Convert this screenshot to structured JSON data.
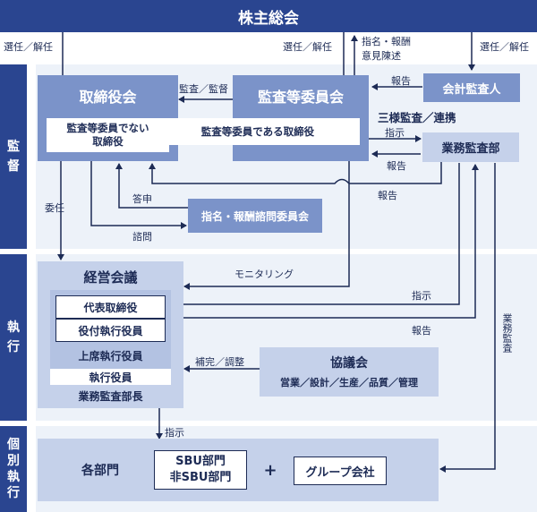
{
  "shareholders_meeting": "株主総会",
  "side": {
    "kantoku": "監\n督",
    "shikkou": "執\n行",
    "kobetsu": "個\n別\n執\n行"
  },
  "labels": {
    "elect_left": "選任／解任",
    "elect_mid": "選任／解任",
    "elect_right": "選任／解任",
    "nomination_opinion_1": "指名・報酬",
    "nomination_opinion_2": "意見陳述",
    "report_auditor": "報告",
    "audit_supervise": "監査／監督",
    "three_audits": "三様監査／連携",
    "instruct_1": "指示",
    "report_2": "報告",
    "report_3": "報告",
    "delegate": "委任",
    "answer": "答申",
    "consult": "諮問",
    "monitoring": "モニタリング",
    "instruct_2": "指示",
    "report_4": "報告",
    "supplement": "補完／調整",
    "internal_audit": "業務監査",
    "instruct_3": "指示"
  },
  "board": {
    "title": "取締役会",
    "non_ac_line1": "監査等委員でない",
    "non_ac_line2": "取締役"
  },
  "audit_committee": {
    "title": "監査等委員会",
    "member": "監査等委員である取締役"
  },
  "accounting_auditor": "会計監査人",
  "internal_audit_dept": "業務監査部",
  "nomination_committee": "指名・報酬諮問委員会",
  "management_meeting": {
    "title": "経営会議",
    "representative": "代表取締役",
    "exec_officer": "役付執行役員",
    "senior_exec": "上席執行役員",
    "exec": "執行役員",
    "audit_head": "業務監査部長"
  },
  "council": {
    "title": "協議会",
    "members": "営業／設計／生産／品質／管理"
  },
  "divisions": {
    "all_depts": "各部門",
    "sbu_line1": "SBU部門",
    "sbu_line2": "非SBU部門",
    "plus": "+",
    "group_companies": "グループ会社"
  },
  "colors": {
    "dark": "#2a4590",
    "medium": "#7b93c9",
    "light": "#c5d1ea",
    "zone": "#edf2f9",
    "line": "#1d2b55"
  }
}
